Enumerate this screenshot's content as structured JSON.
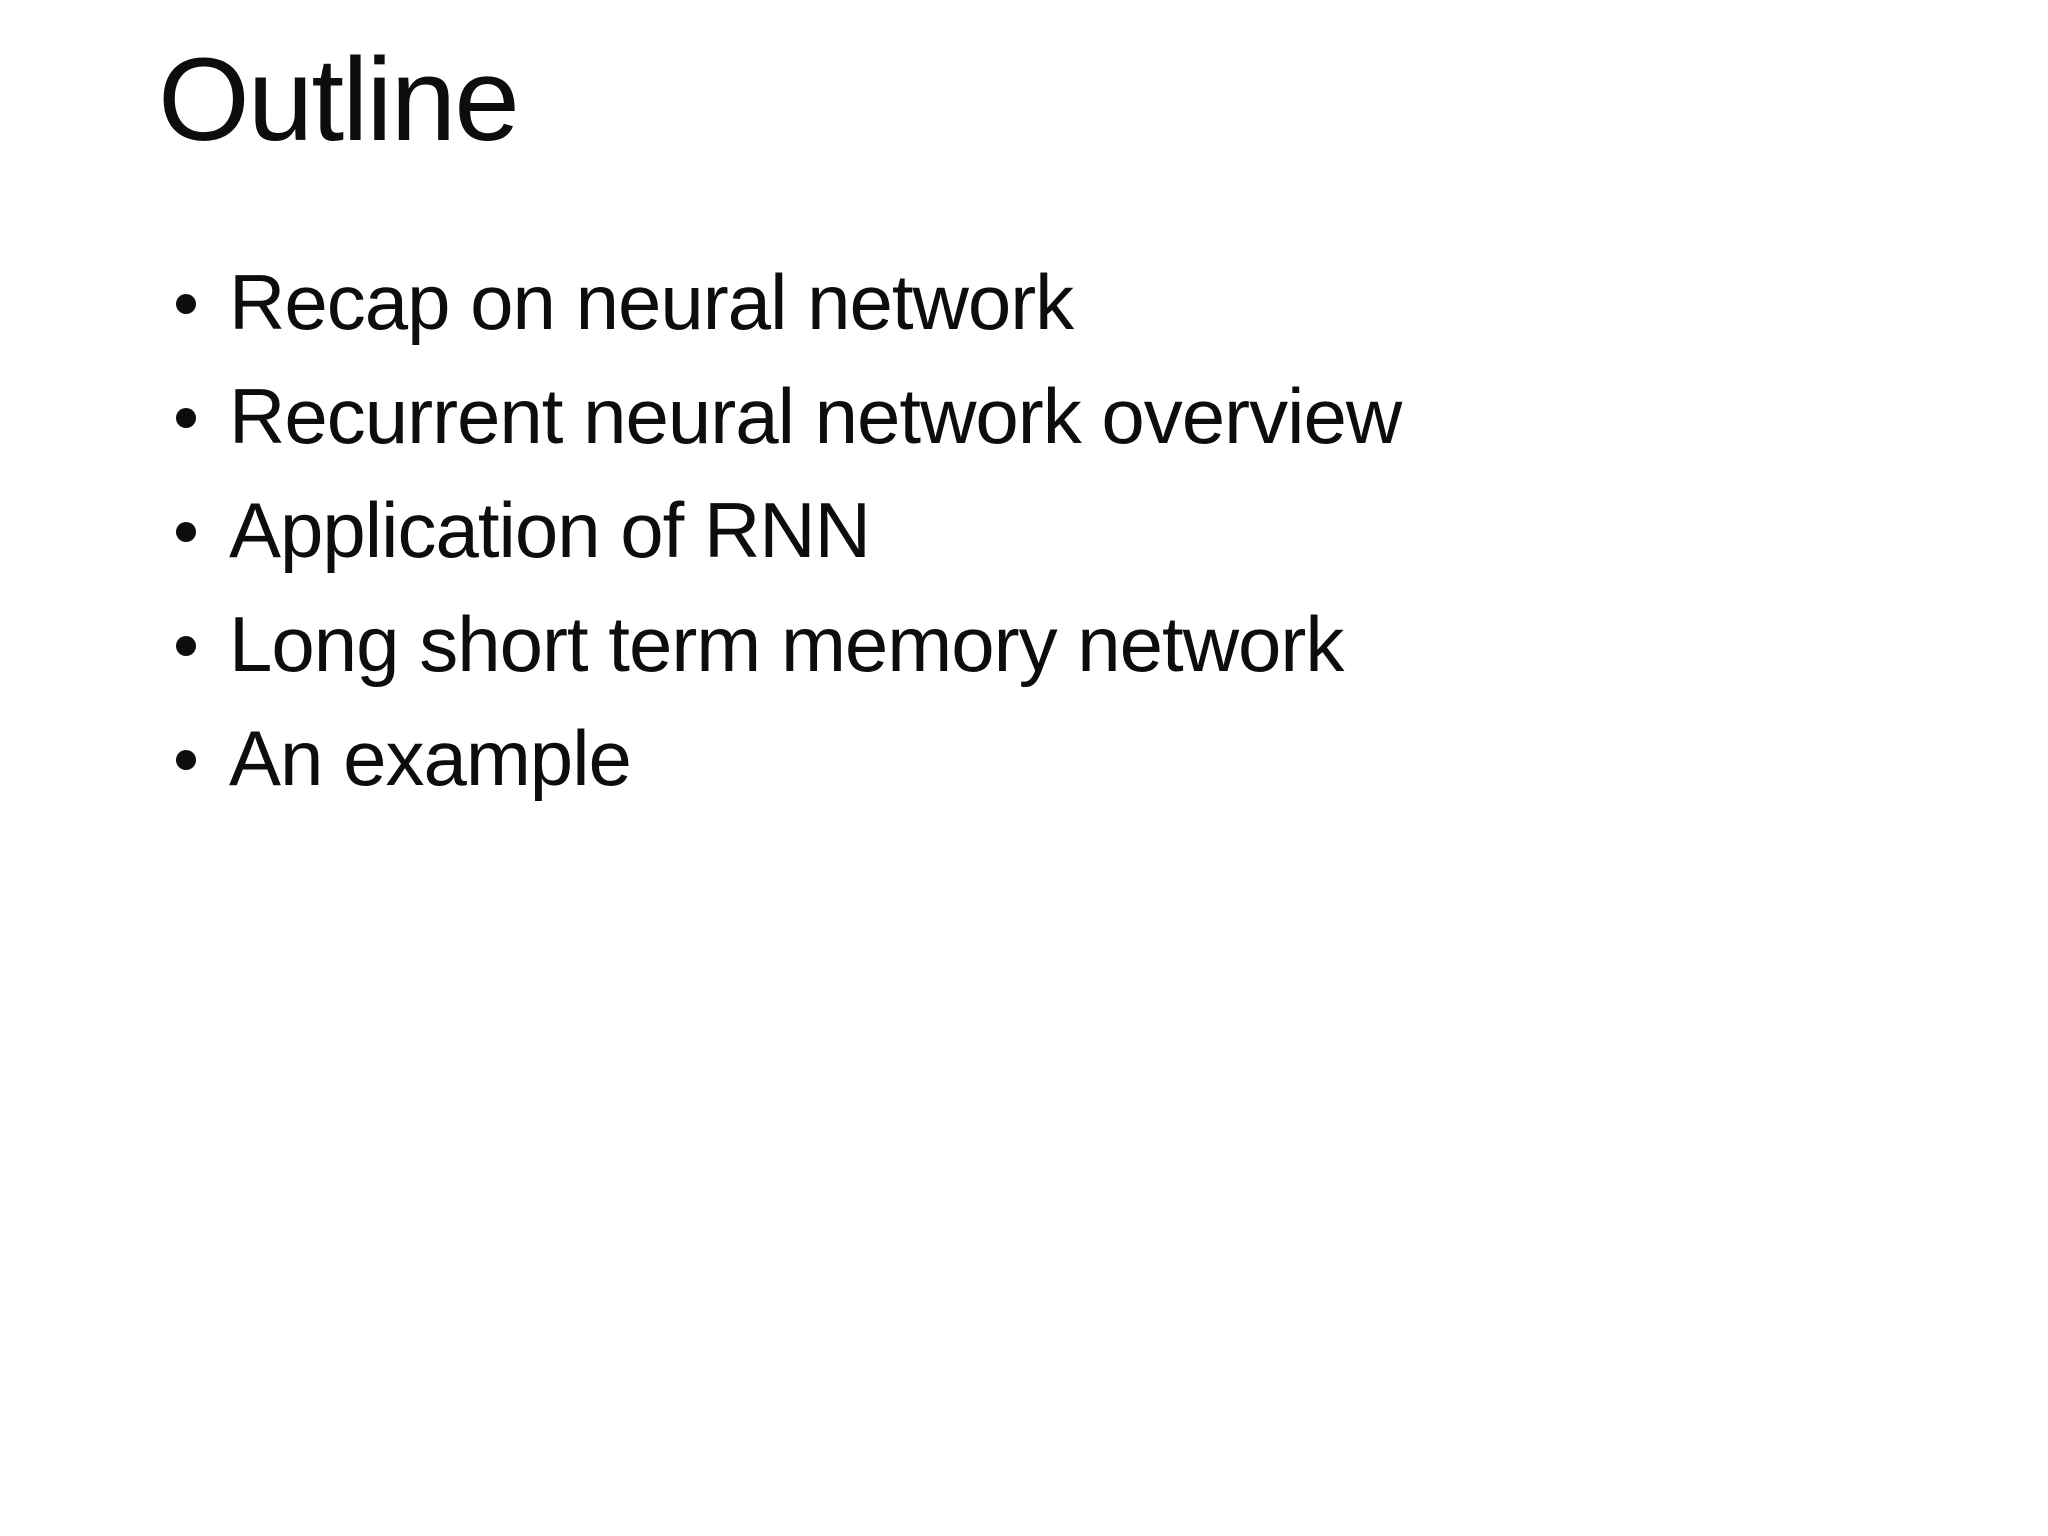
{
  "slide": {
    "title": "Outline",
    "bullets": [
      "Recap on neural network",
      "Recurrent neural network overview",
      "Application of RNN",
      "Long short term memory network",
      "An example"
    ],
    "colors": {
      "background": "#ffffff",
      "text": "#0d0d0d"
    }
  }
}
